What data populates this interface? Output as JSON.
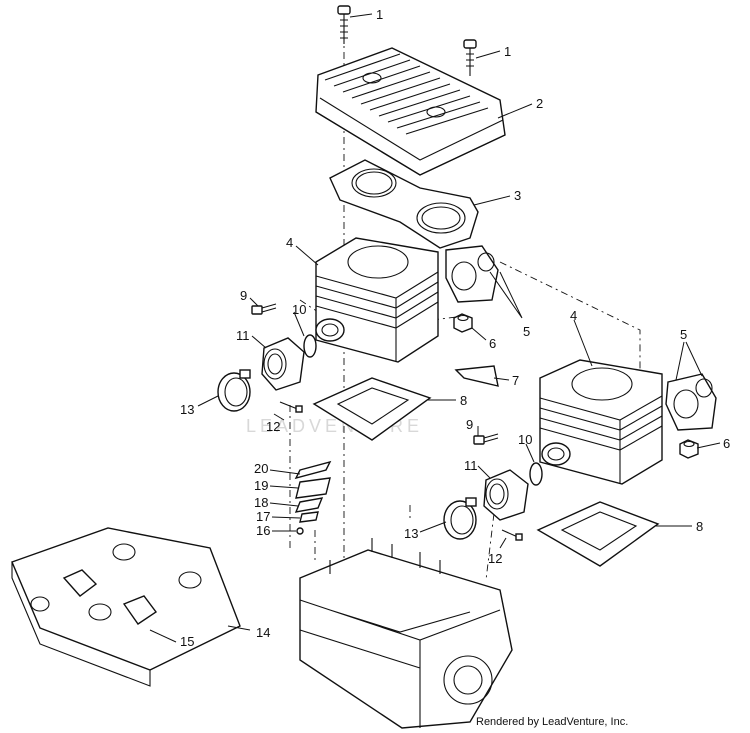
{
  "watermark": "LEADVENTURE",
  "credit": "Rendered by LeadVenture, Inc.",
  "callouts": {
    "c1a": "1",
    "c1b": "1",
    "c2": "2",
    "c3": "3",
    "c4a": "4",
    "c4b": "4",
    "c5a": "5",
    "c5b": "5",
    "c6a": "6",
    "c6b": "6",
    "c7": "7",
    "c8a": "8",
    "c8b": "8",
    "c9a": "9",
    "c9b": "9",
    "c10a": "10",
    "c10b": "10",
    "c11a": "11",
    "c11b": "11",
    "c12a": "12",
    "c12b": "12",
    "c13a": "13",
    "c13b": "13",
    "c14": "14",
    "c15": "15",
    "c16": "16",
    "c17": "17",
    "c18": "18",
    "c19": "19",
    "c20": "20"
  }
}
